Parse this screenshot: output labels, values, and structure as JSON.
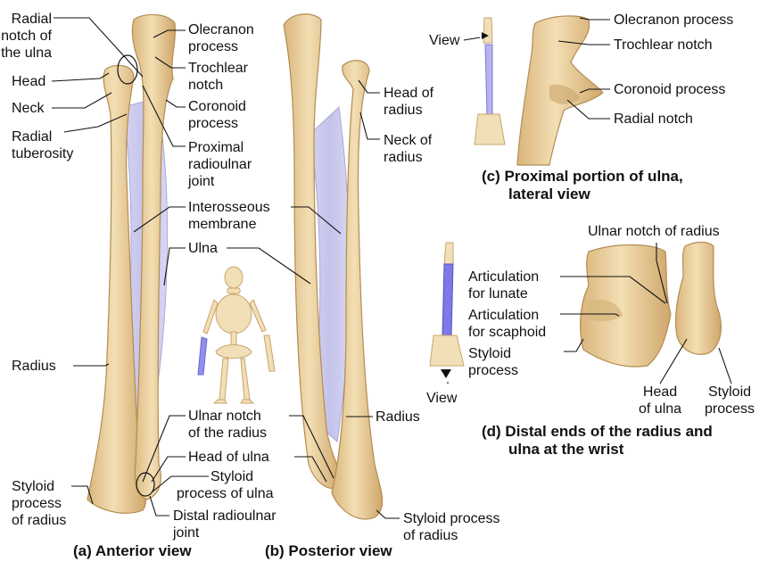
{
  "panel_a": {
    "caption": "(a) Anterior view",
    "radial_notch_of_ulna": [
      "Radial",
      "notch of",
      "the ulna"
    ],
    "head": "Head",
    "neck": "Neck",
    "radial_tuberosity": [
      "Radial",
      "tuberosity"
    ],
    "olecranon_process": [
      "Olecranon",
      "process"
    ],
    "trochlear_notch": [
      "Trochlear",
      "notch"
    ],
    "coronoid_process": [
      "Coronoid",
      "process"
    ],
    "proximal_radioulnar_joint": [
      "Proximal",
      "radioulnar",
      "joint"
    ],
    "interosseous_membrane": [
      "Interosseous",
      "membrane"
    ],
    "ulna": "Ulna",
    "radius": "Radius",
    "ulnar_notch_of_radius": [
      "Ulnar notch",
      "of the radius"
    ],
    "head_of_ulna": "Head of ulna",
    "styloid_process_of_ulna": [
      "Styloid",
      "process of ulna"
    ],
    "styloid_process_of_radius": [
      "Styloid",
      "process",
      "of radius"
    ],
    "distal_radioulnar_joint": [
      "Distal radioulnar",
      "joint"
    ]
  },
  "panel_b": {
    "caption": "(b) Posterior view",
    "head_of_radius": [
      "Head of",
      "radius"
    ],
    "neck_of_radius": [
      "Neck of",
      "radius"
    ],
    "radius": "Radius",
    "styloid_process_of_radius": [
      "Styloid process",
      "of radius"
    ]
  },
  "panel_c": {
    "caption": [
      "(c) Proximal portion of ulna,",
      "lateral view"
    ],
    "view": "View",
    "olecranon_process": "Olecranon process",
    "trochlear_notch": "Trochlear notch",
    "coronoid_process": "Coronoid process",
    "radial_notch": "Radial notch"
  },
  "panel_d": {
    "caption": [
      "(d) Distal ends of the radius and",
      "ulna at the wrist"
    ],
    "view": "View",
    "ulnar_notch_of_radius": "Ulnar notch of radius",
    "articulation_lunate": [
      "Articulation",
      "for lunate"
    ],
    "articulation_scaphoid": [
      "Articulation",
      "for scaphoid"
    ],
    "styloid_process": [
      "Styloid",
      "process"
    ],
    "head_of_ulna": [
      "Head",
      "of ulna"
    ],
    "styloid_process_ulna": [
      "Styloid",
      "process"
    ]
  },
  "colors": {
    "bone": "#ecd3a0",
    "bone_shade": "#c9a56b",
    "membrane": "#c9c9ee",
    "leader_line": "#111111"
  }
}
